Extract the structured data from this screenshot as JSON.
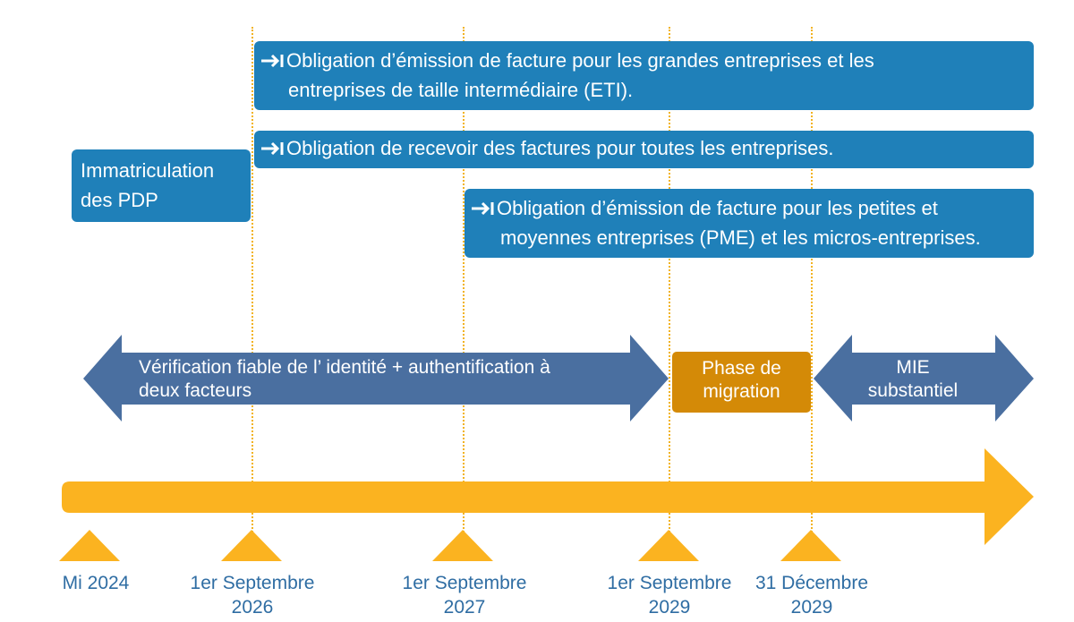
{
  "obligations": {
    "emission_grandes": {
      "line1": "Obligation d’émission de facture pour les grandes entreprises et les",
      "line2": "entreprises de taille intermédiaire (ETI)."
    },
    "recevoir": {
      "line1": "Obligation de recevoir des factures pour toutes les entreprises."
    },
    "emission_pme": {
      "line1": "Obligation d’émission de facture pour les petites et",
      "line2": "moyennes entreprises (PME) et les micros-entreprises."
    },
    "immatriculation": {
      "line1": "Immatriculation",
      "line2": "des PDP"
    }
  },
  "phases": {
    "verification": {
      "line1": "Vérification fiable de l’ identité + authentification à",
      "line2": "deux facteurs"
    },
    "migration": {
      "line1": "Phase de",
      "line2": "migration"
    },
    "mie": {
      "line1": "MIE",
      "line2": "substantiel"
    }
  },
  "milestones": [
    {
      "line1": "Mi 2024",
      "line2": ""
    },
    {
      "line1": "1er Septembre",
      "line2": "2026"
    },
    {
      "line1": "1er Septembre",
      "line2": "2027"
    },
    {
      "line1": "1er Septembre",
      "line2": "2029"
    },
    {
      "line1": "31 Décembre",
      "line2": "2029"
    }
  ],
  "icons": {
    "obligation_marker": "arrow-right-to-bar-icon"
  },
  "colors": {
    "obligation_box": "#1f80b9",
    "phase_arrow": "#4a6fa0",
    "migration_box": "#d48a07",
    "timeline": "#fbb320",
    "milestone_text": "#2f6da3"
  }
}
